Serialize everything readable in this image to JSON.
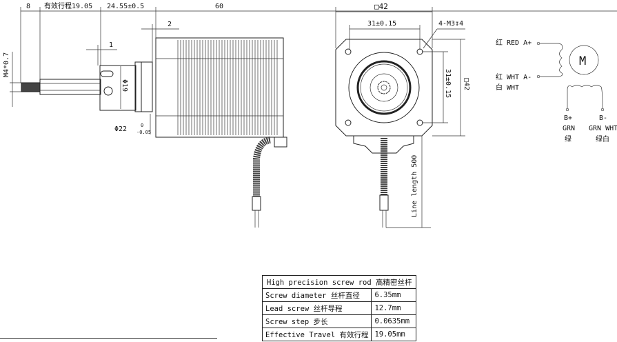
{
  "side_view": {
    "dim_thread_len": "8",
    "dim_travel": "有效行程19.05",
    "dim_nut_len": "24.55±0.5",
    "dim_body_len": "60",
    "dim_flange": "2",
    "dim_gap": "1",
    "dim_thread": "M4*0.7",
    "dim_nut_dia": "Φ19",
    "dim_boss_dia": "Φ22",
    "dim_boss_tol_upper": "0",
    "dim_boss_tol_lower": "-0.05"
  },
  "front_view": {
    "dim_width": "□42",
    "dim_hole_spacing_h": "31±0.15",
    "dim_holes": "4-M3↧4",
    "dim_hole_spacing_v": "31±0.15",
    "dim_height": "□42",
    "dim_line_length": "Line length 500"
  },
  "wiring": {
    "a_plus": "红 RED A+",
    "a_minus": "红 WHT A-",
    "a_minus_2": "白 WHT",
    "motor": "M",
    "b_plus": "B+",
    "b_plus_color": "GRN",
    "b_plus_cn": "绿",
    "b_minus": "B-",
    "b_minus_color": "GRN WHT",
    "b_minus_cn": "绿白"
  },
  "spec_table": {
    "header": "High precision screw rod  高精密丝杆",
    "rows": [
      {
        "label": "Screw diameter 丝杆直径",
        "value": "6.35mm"
      },
      {
        "label": "Lead screw 丝杆导程",
        "value": "12.7mm"
      },
      {
        "label": "Screw step 步长",
        "value": "0.0635mm"
      },
      {
        "label": "Effective Travel 有效行程",
        "value": "19.05mm"
      }
    ]
  }
}
